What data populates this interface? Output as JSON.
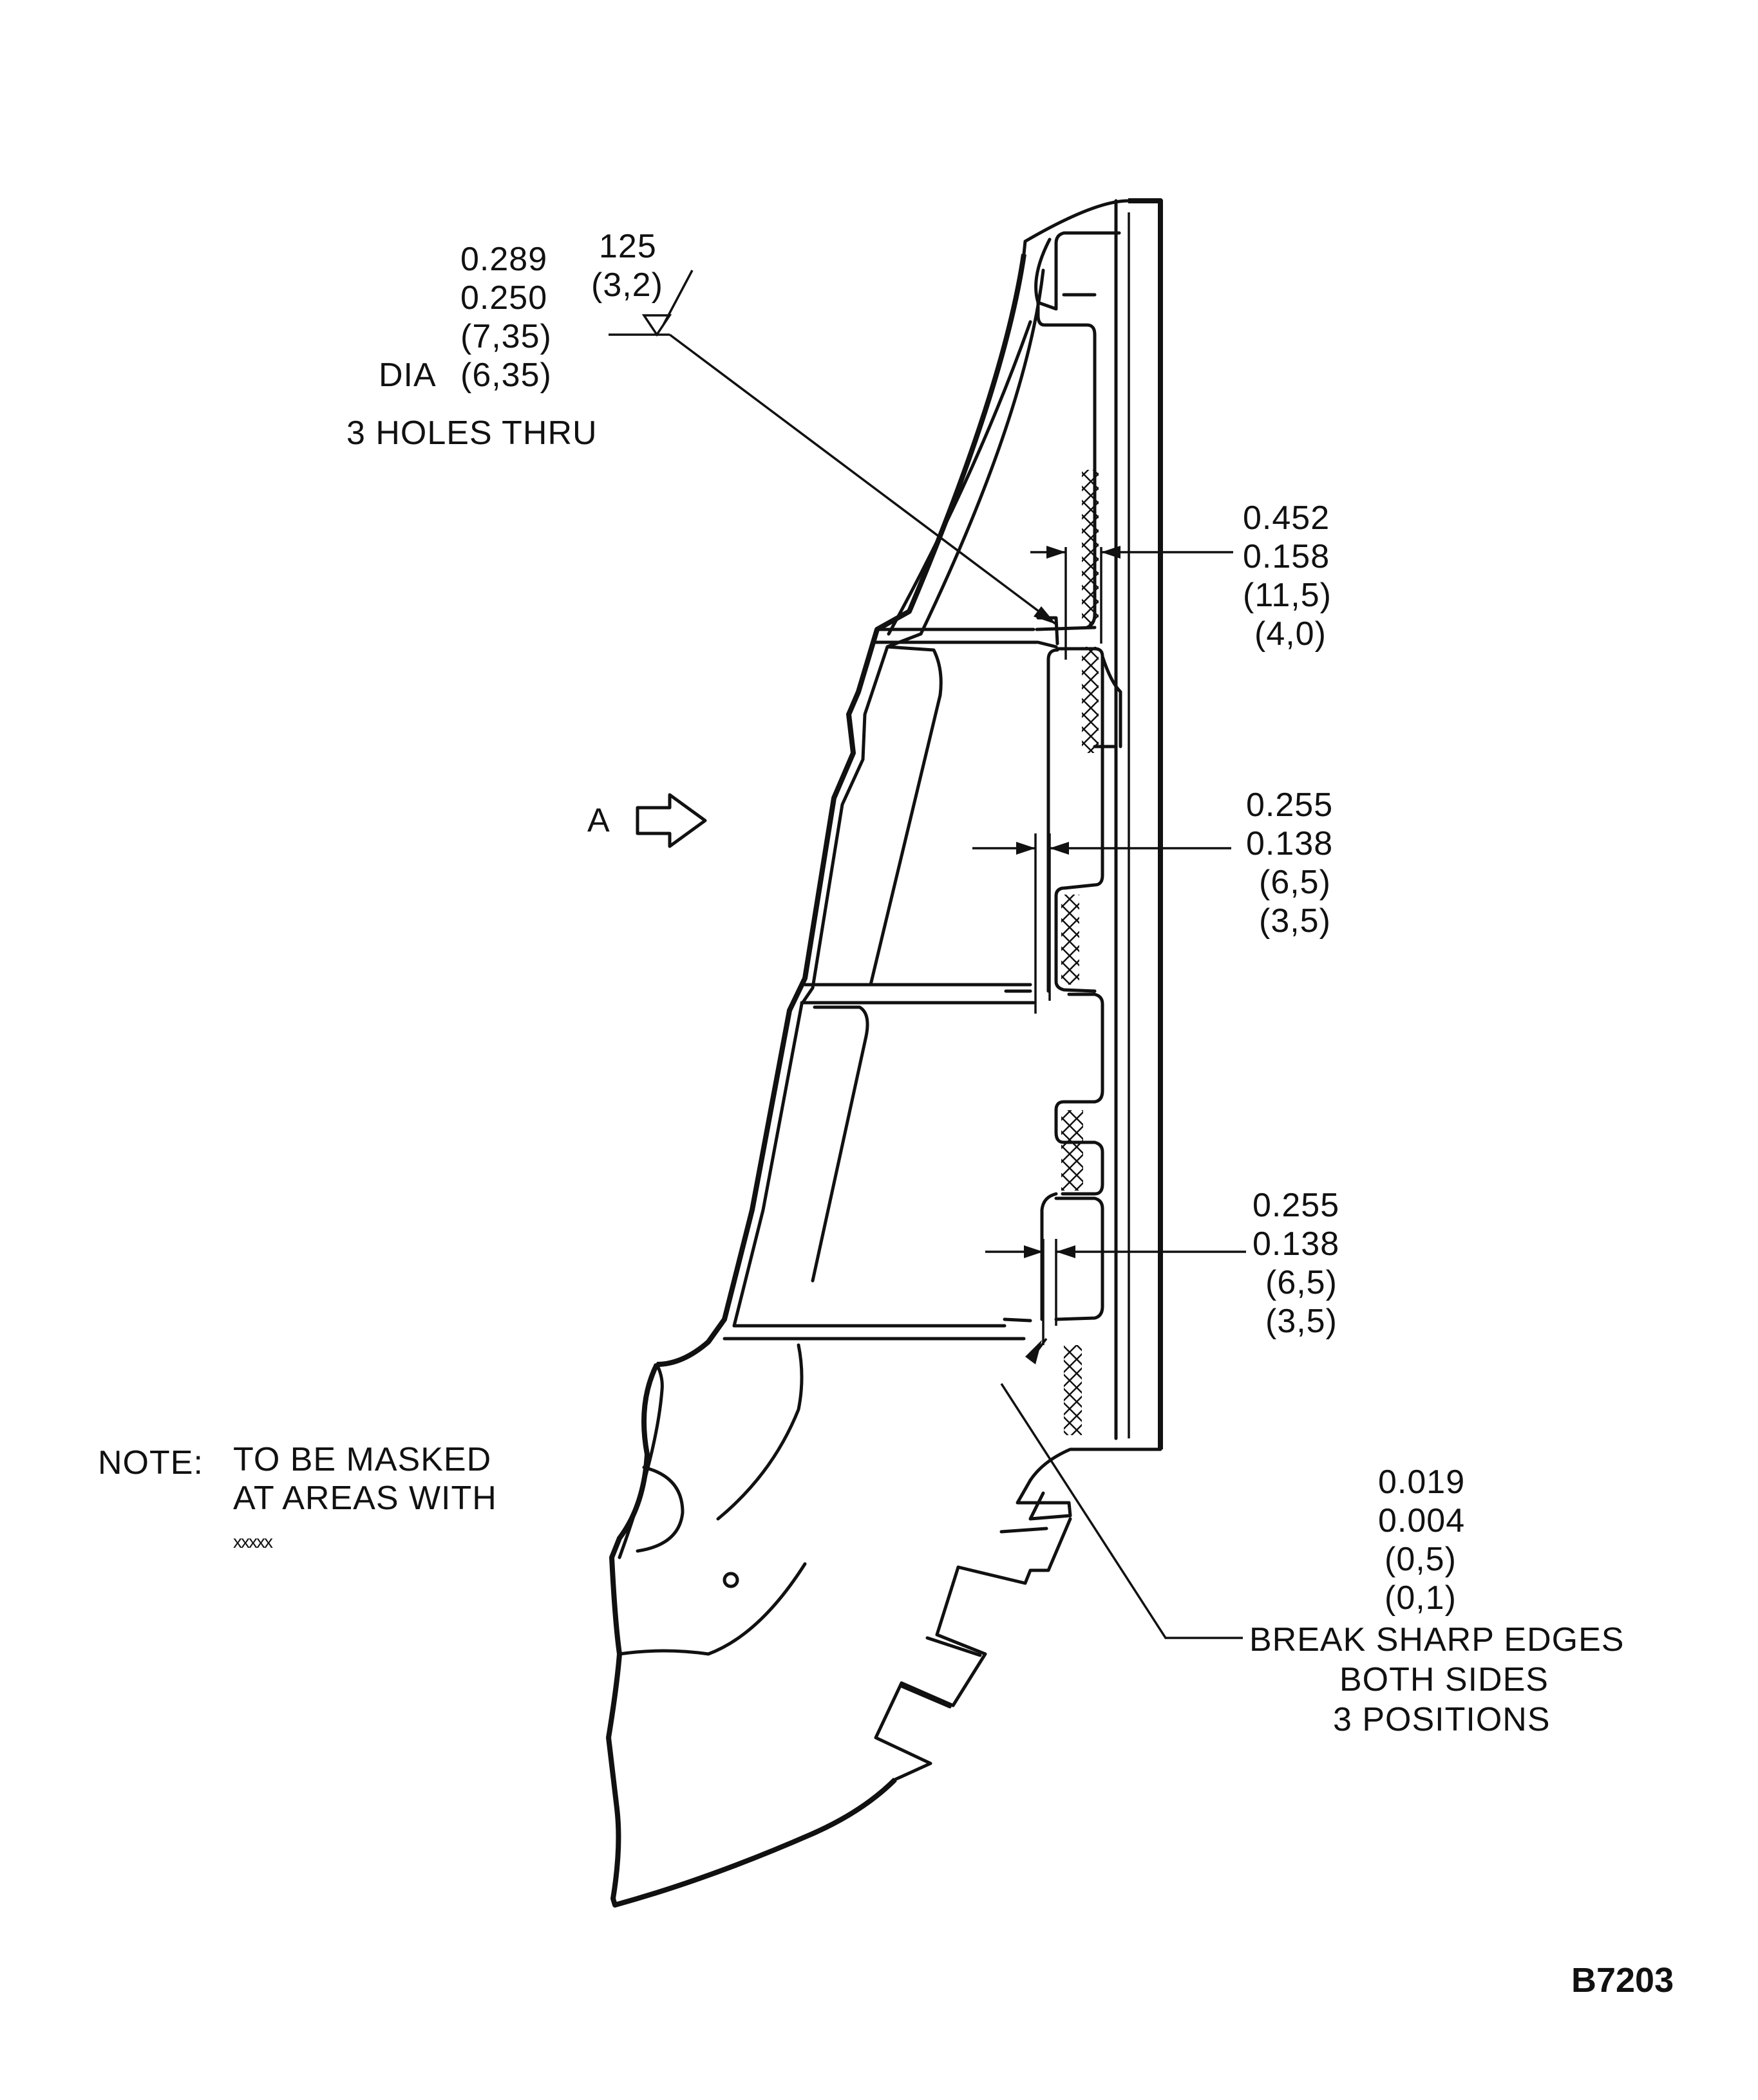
{
  "hole_callout": {
    "line1": "0.289",
    "line2": "0.250",
    "line3": "(7,35)",
    "dia_label": "DIA",
    "line4": "(6,35)",
    "note": "3 HOLES THRU",
    "finish": "125",
    "finish_metric": "(3,2)"
  },
  "dim_upper": {
    "line1": "0.452",
    "line2": "0.158",
    "line3": "(11,5)",
    "line4": "(4,0)"
  },
  "dim_middle": {
    "line1": "0.255",
    "line2": "0.138",
    "line3": "(6,5)",
    "line4": "(3,5)"
  },
  "dim_lower": {
    "line1": "0.255",
    "line2": "0.138",
    "line3": "(6,5)",
    "line4": "(3,5)"
  },
  "view_arrow": {
    "label": "A"
  },
  "mask_note": {
    "prefix": "NOTE:",
    "line1": "TO BE MASKED",
    "line2": "AT AREAS WITH",
    "symbol": "xxxxx"
  },
  "edge_callout": {
    "line1": "0.019",
    "line2": "0.004",
    "line3": "(0,5)",
    "line4": "(0,1)",
    "note1": "BREAK SHARP EDGES",
    "note2": "BOTH SIDES",
    "note3": "3 POSITIONS"
  },
  "drawing_number": "B7203"
}
